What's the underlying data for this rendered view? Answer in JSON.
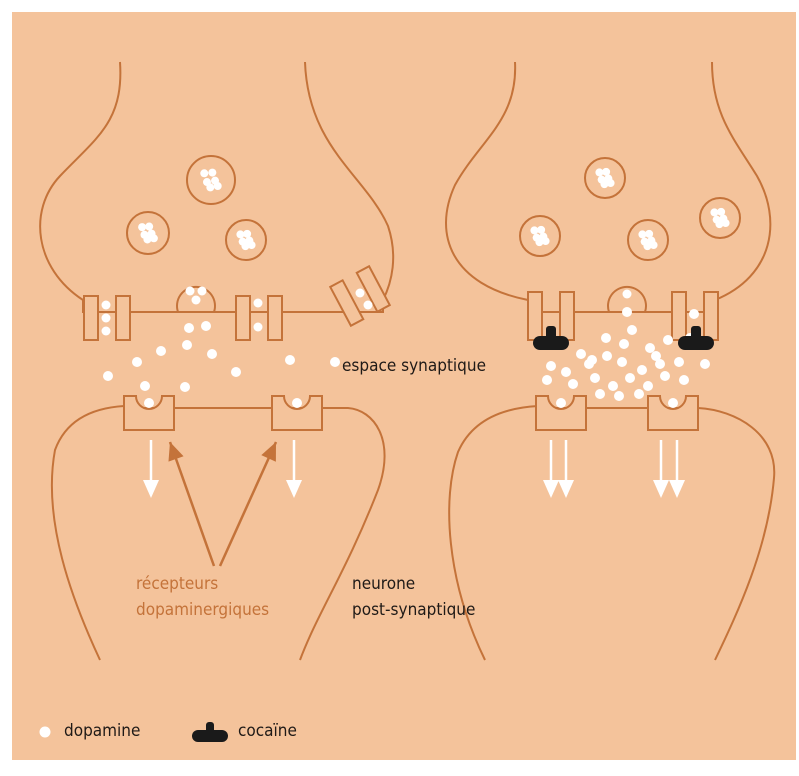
{
  "colors": {
    "background": "#f4c39b",
    "page": "#ffffff",
    "outline": "#c4733a",
    "dopamine": "#ffffff",
    "cocaine": "#1a1a1a",
    "text_dark": "#1f1a17",
    "text_orange": "#c4733a"
  },
  "labels": {
    "synaptic_cleft": "espace synaptique",
    "receptors_line1": "récepteurs",
    "receptors_line2": "dopaminergiques",
    "postsyn_line1": "neurone",
    "postsyn_line2": "post-synaptique"
  },
  "legend": {
    "dopamine_icon": "white-dot-icon",
    "dopamine_label": "dopamine",
    "cocaine_icon": "cocaine-molecule-icon",
    "cocaine_label": "cocaïne"
  }
}
